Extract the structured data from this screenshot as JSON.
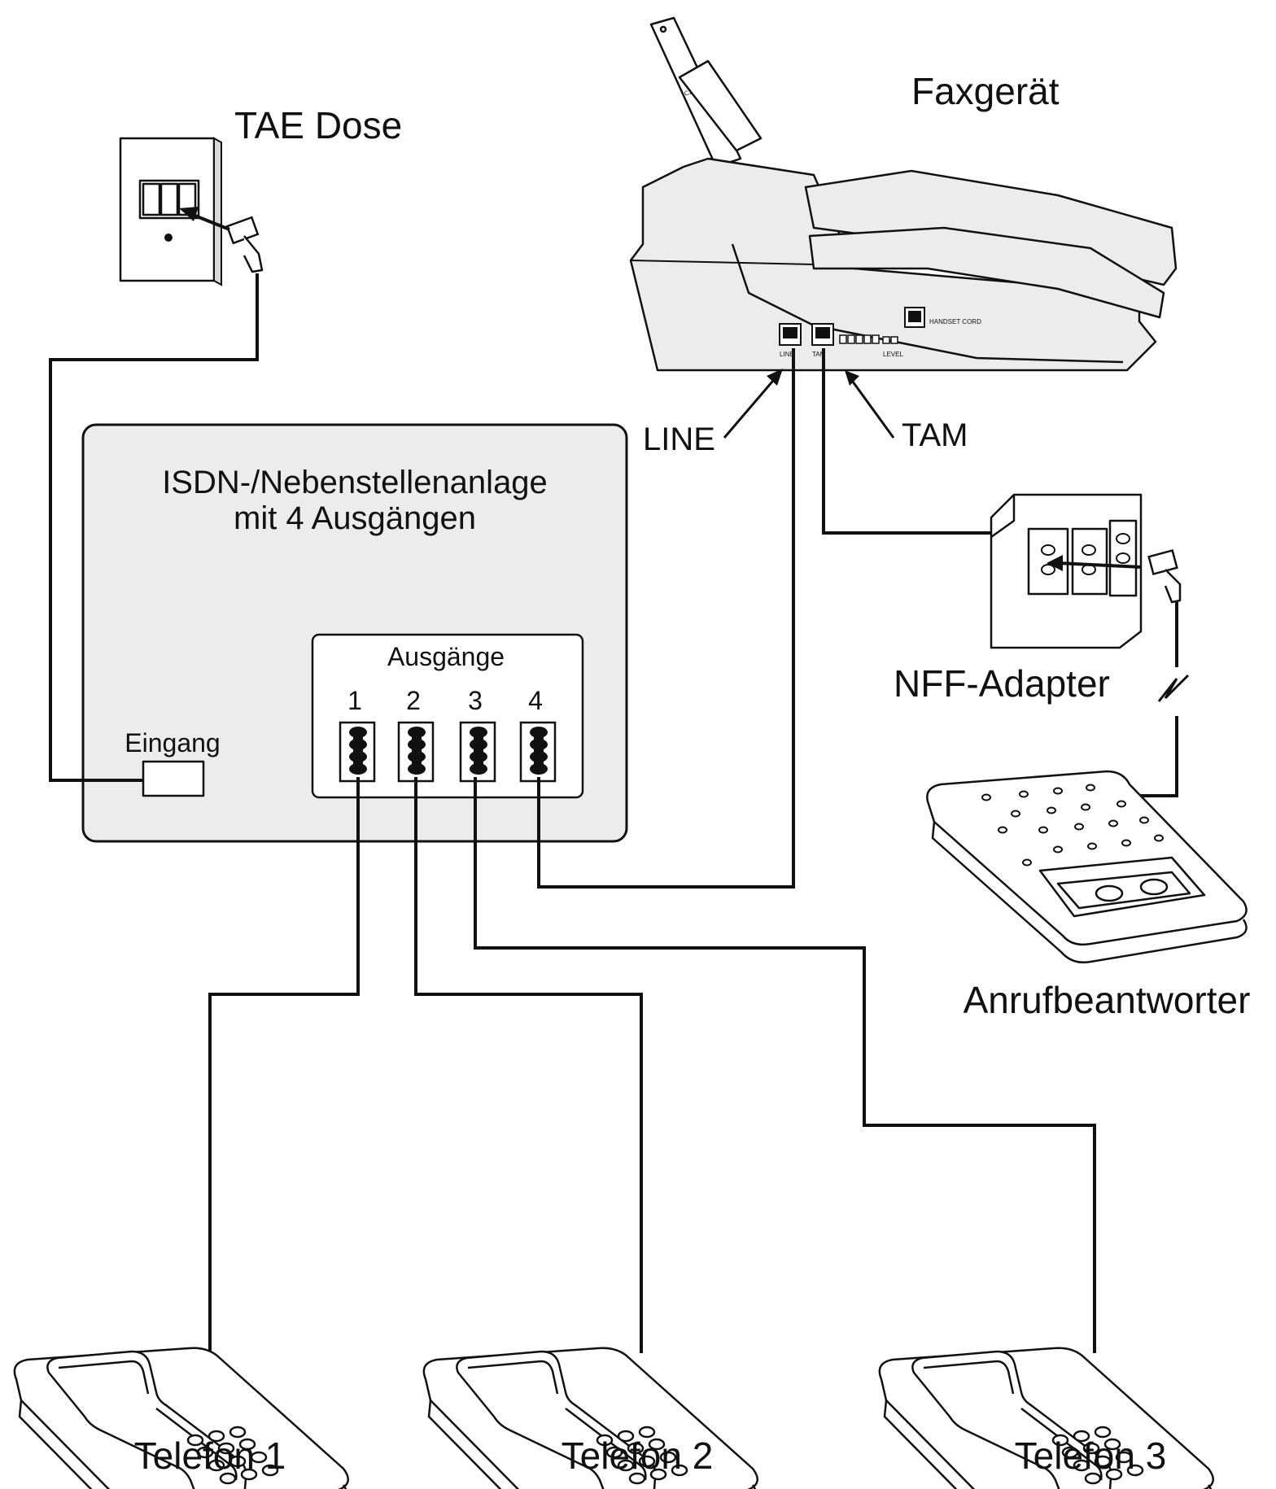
{
  "labels": {
    "tae_dose": "TAE Dose",
    "faxgeraet": "Faxgerät",
    "line": "LINE",
    "tam": "TAM",
    "isdn_title_1": "ISDN-/Nebenstellenanlage",
    "isdn_title_2": "mit 4 Ausgängen",
    "ausgaenge": "Ausgänge",
    "eingang": "Eingang",
    "nff_adapter": "NFF-Adapter",
    "anrufbeantworter": "Anrufbeantworter",
    "telefon_1": "Telefon 1",
    "telefon_2": "Telefon 2",
    "telefon_3": "Telefon 3"
  },
  "ports": [
    "1",
    "2",
    "3",
    "4"
  ],
  "fax_panel": {
    "line_port": "LINE",
    "tam_port": "TAM",
    "handset_cord": "HANDSET CORD",
    "level": "LEVEL"
  },
  "colors": {
    "ink": "#111111",
    "box_fill": "#ececec",
    "background": "#ffffff"
  }
}
